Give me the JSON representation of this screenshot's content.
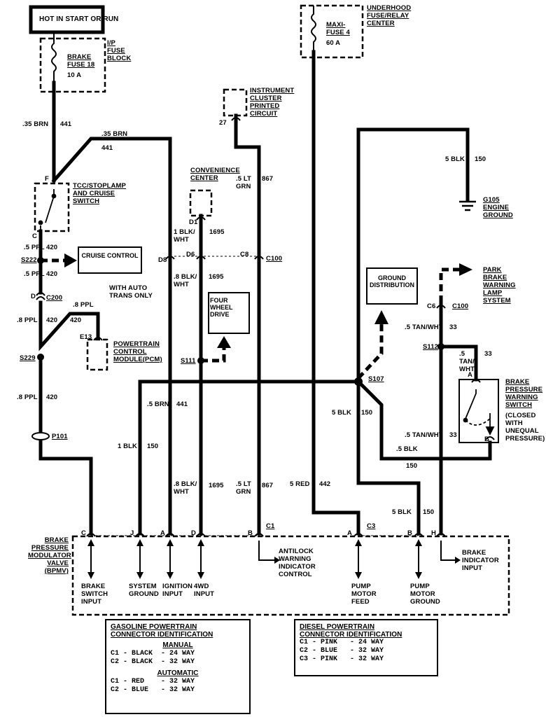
{
  "power": {
    "hot_label": "HOT IN START OR RUN"
  },
  "fuses": {
    "brake_fuse": {
      "name": "BRAKE FUSE 18",
      "rating": "10 A",
      "block": "I/P FUSE BLOCK"
    },
    "maxi_fuse": {
      "name": "MAXI-FUSE 4",
      "rating": "60 A",
      "block": "UNDERHOOD FUSE/RELAY CENTER"
    }
  },
  "components": {
    "instrument_cluster": "INSTRUMENT CLUSTER PRINTED CIRCUIT",
    "tcc_switch": "TCC/STOPLAMP AND CRUISE SWITCH",
    "convenience_center": "CONVENIENCE CENTER",
    "cruise_control": "CRUISE CONTROL",
    "pcm": "POWERTRAIN CONTROL MODULE(PCM)",
    "with_auto_trans": "WITH AUTO TRANS ONLY",
    "four_wheel_drive": "FOUR WHEEL DRIVE",
    "ground_distribution": "GROUND DISTRIBUTION",
    "park_brake": "PARK BRAKE WARNING LAMP SYSTEM",
    "brake_pressure_switch": "BRAKE PRESSURE WARNING SWITCH",
    "switch_note": "(CLOSED WITH UNEQUAL PRESSURE)",
    "g105": "G105 ENGINE GROUND",
    "bpmv": "BRAKE PRESSURE MODULATOR VALVE (BPMV)"
  },
  "wires": {
    "w441a": ".35 BRN",
    "c441a": "441",
    "w441b": ".35 BRN",
    "c441b": "441",
    "w420a": ".5 PPL",
    "c420a": "420",
    "w420b": ".5 PPL",
    "c420b": "420",
    "w420c": ".8 PPL",
    "c420c": "420",
    "w420d": ".8 PPL",
    "c420d": "420",
    "w420e": ".8 PPL",
    "c420e": "420",
    "w441c": ".5 BRN",
    "c441c": "441",
    "w150a": "1 BLK",
    "c150a": "150",
    "w1695a": "1 BLK/ WHT",
    "c1695a": "1695",
    "w1695b": ".8 BLK/ WHT",
    "c1695b": "1695",
    "w1695c": ".8 BLK/ WHT",
    "c1695c": "1695",
    "w867a": ".5 LT GRN",
    "c867a": "867",
    "w867b": ".5 LT GRN",
    "c867b": "867",
    "w150b": "5 BLK",
    "c150b": "150",
    "w150c": "5 BLK",
    "c150c": "150",
    "w150d": ".5 BLK",
    "c150d": "150",
    "w150e": "5 BLK",
    "c150e": "150",
    "w442": "5 RED",
    "c442": "442",
    "w33a": ".5 TAN/WHT",
    "c33a": "33",
    "w33b": ".5 TAN/ WHT",
    "c33b": "33",
    "w33c": ".5 TAN/WHT",
    "c33c": "33"
  },
  "splices": {
    "s222": "S222",
    "s229": "S229",
    "s111": "S111",
    "s107": "S107",
    "s112": "S112"
  },
  "connectors": {
    "c200": "C200",
    "c100a": "C100",
    "c100b": "C100",
    "c1": "C1",
    "c3": "C3",
    "p101": "P101",
    "pin_f": "F",
    "pin_c": "C",
    "pin_d": "D",
    "pin_e13": "E13",
    "pin_27": "27",
    "pin_d1": "D1",
    "pin_d8": "D8",
    "pin_d6": "D6",
    "pin_c8": "C8",
    "pin_c6": "C6",
    "pin_a": "A",
    "pin_b": "B",
    "bp_c": "C",
    "bp_j": "J",
    "bp_a": "A",
    "bp_d": "D",
    "bp_b1": "B",
    "bp_a3": "A",
    "bp_b3": "B",
    "bp_h": "H"
  },
  "bpmv_inputs": {
    "brake_switch": "BRAKE SWITCH INPUT",
    "system_ground": "SYSTEM GROUND",
    "ignition": "IGNITION INPUT",
    "fourwd": "4WD INPUT",
    "antilock": "ANTILOCK WARNING INDICATOR CONTROL",
    "pump_feed": "PUMP MOTOR FEED",
    "pump_ground": "PUMP MOTOR GROUND",
    "brake_indicator": "BRAKE INDICATOR INPUT"
  },
  "legend_gas": {
    "title1": "GASOLINE POWERTRAIN",
    "title2": "CONNECTOR IDENTIFICATION",
    "manual": "MANUAL",
    "m1": "C1 - BLACK  - 24 WAY",
    "m2": "C2 - BLACK  - 32 WAY",
    "automatic": "AUTOMATIC",
    "a1": "C1 - RED    - 32 WAY",
    "a2": "C2 - BLUE   - 32 WAY"
  },
  "legend_diesel": {
    "title1": "DIESEL POWERTRAIN",
    "title2": "CONNECTOR IDENTIFICATION",
    "d1": "C1 - PINK   - 24 WAY",
    "d2": "C2 - BLUE   - 32 WAY",
    "d3": "C3 - PINK   - 32 WAY"
  }
}
